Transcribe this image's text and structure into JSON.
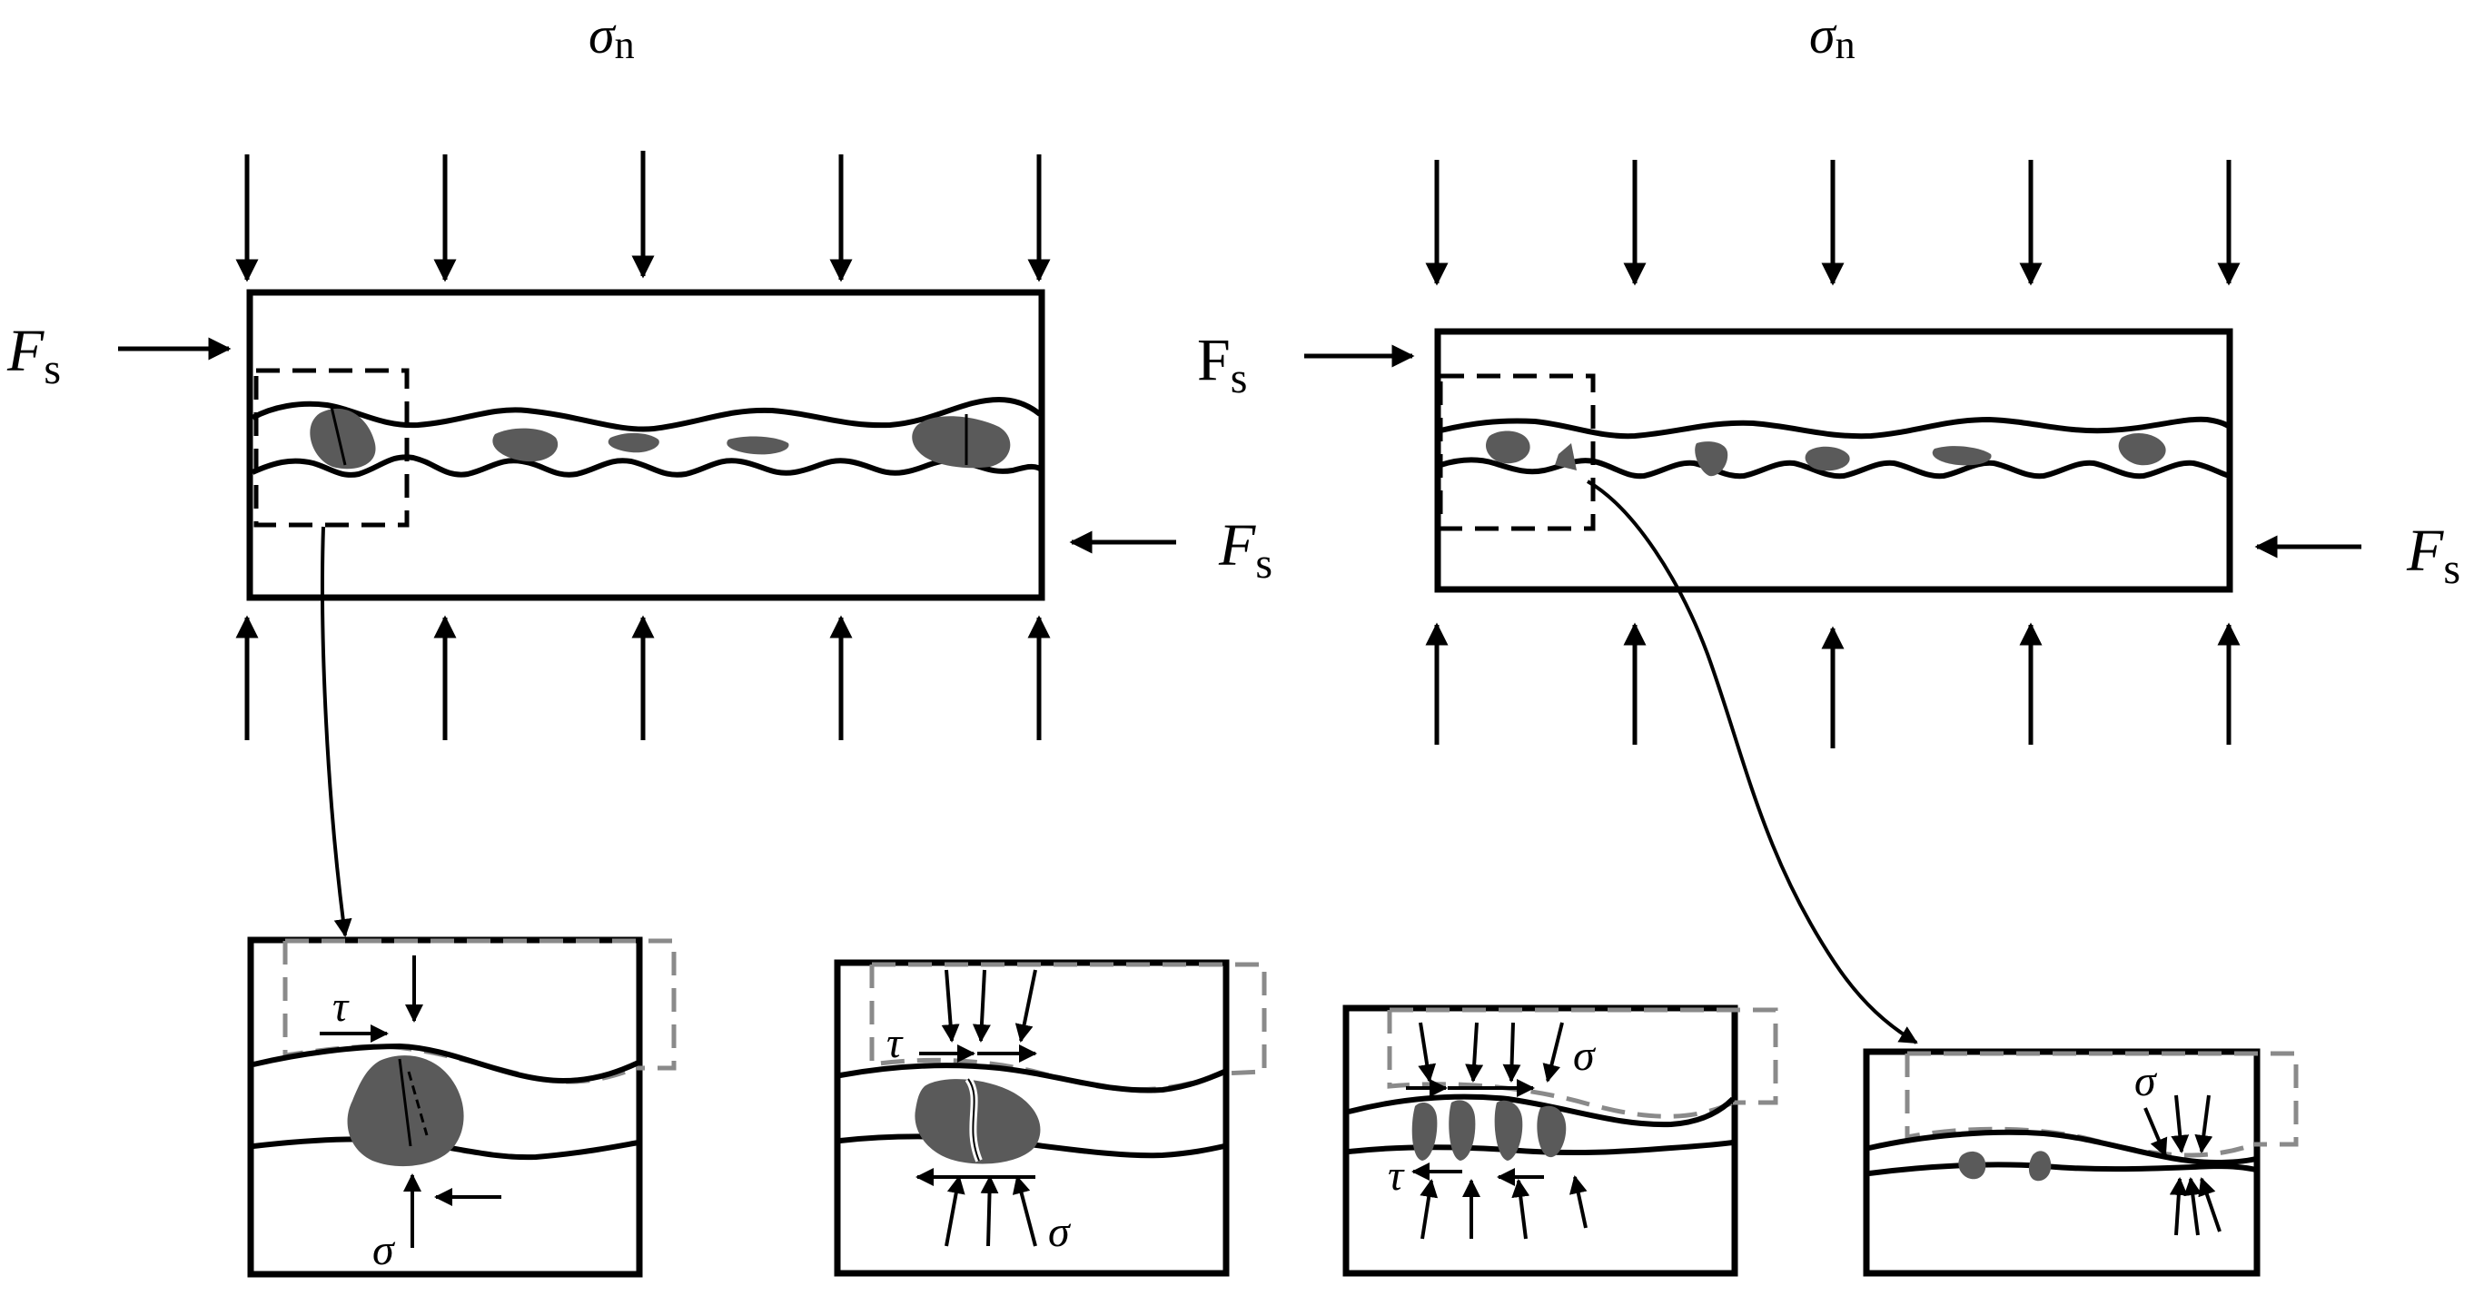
{
  "labels": {
    "sigma_n_left": "σ",
    "sigma_n_left_sub": "n",
    "sigma_n_right": "σ",
    "sigma_n_right_sub": "n",
    "fs_left_top": "F",
    "fs_left_top_sub": "s",
    "fs_left_bottom": "F",
    "fs_left_bottom_sub": "s",
    "fs_right_top": "F",
    "fs_right_top_sub": "s",
    "fs_right_bottom": "F",
    "fs_right_bottom_sub": "s",
    "detail1_tau": "τ",
    "detail1_sigma": "σ",
    "detail2_tau": "τ",
    "detail2_sigma": "σ",
    "detail3_sigma": "σ",
    "detail3_tau": "τ",
    "detail4_sigma": "σ"
  },
  "colors": {
    "ink": "#000000",
    "particle": "#5a5a5a",
    "dashed_shift": "#8a8a8a"
  }
}
